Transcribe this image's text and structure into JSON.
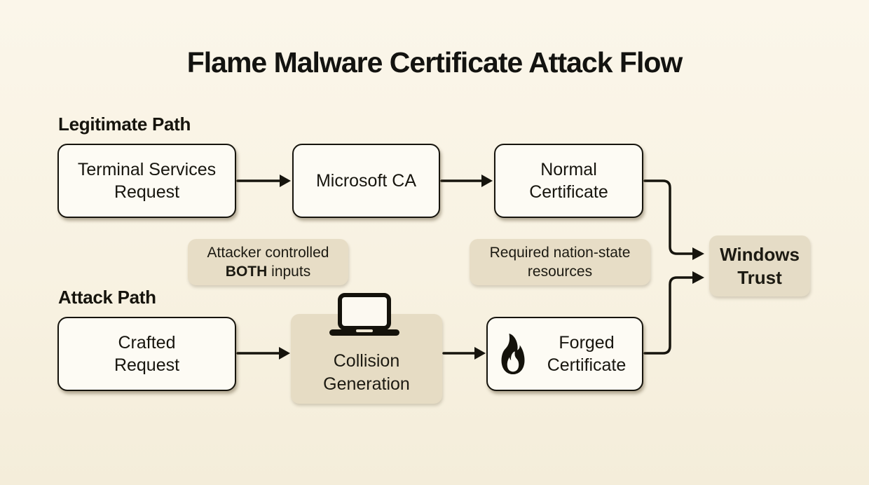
{
  "title": "Flame Malware Certificate Attack Flow",
  "labels": {
    "legitimate": "Legitimate Path",
    "attack": "Attack Path"
  },
  "nodes": {
    "terminal": {
      "lines": [
        "Terminal Services",
        "Request"
      ]
    },
    "microsoft_ca": {
      "label": "Microsoft CA"
    },
    "normal_cert": {
      "lines": [
        "Normal",
        "Certificate"
      ]
    },
    "crafted": {
      "lines": [
        "Crafted",
        "Request"
      ]
    },
    "collision": {
      "lines": [
        "Collision",
        "Generation"
      ],
      "icon": "laptop-icon"
    },
    "forged": {
      "lines": [
        "Forged",
        "Certificate"
      ],
      "icon": "fire-icon"
    },
    "windows_trust": {
      "lines": [
        "Windows",
        "Trust"
      ]
    }
  },
  "notes": {
    "attacker": {
      "line1": "Attacker controlled",
      "bold": "BOTH",
      "rest": "inputs"
    },
    "nation_state": {
      "line1": "Required nation-state",
      "line2": "resources"
    }
  },
  "colors": {
    "background_top": "#fbf6ea",
    "background_bottom": "#f4edda",
    "node_fill": "#fdfbf4",
    "node_border": "#16140d",
    "tan_fill": "#e6dcc5",
    "text": "#17150e",
    "arrow": "#16140d"
  }
}
